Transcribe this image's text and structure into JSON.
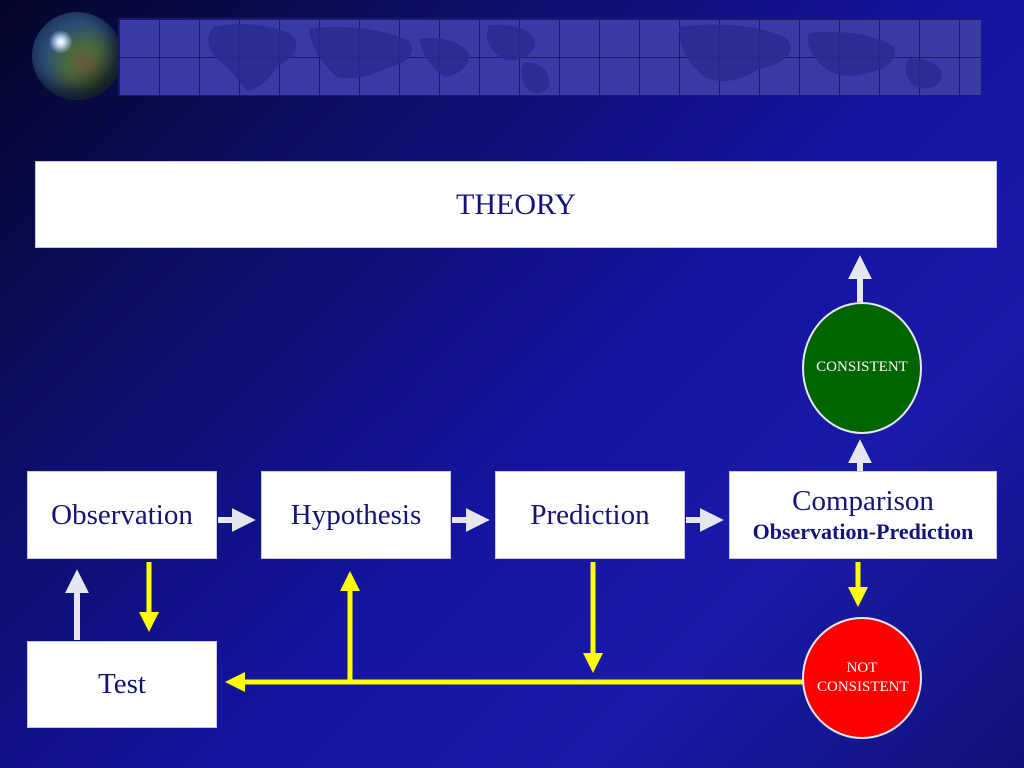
{
  "diagram": {
    "theory": {
      "label": "THEORY"
    },
    "steps": {
      "observation": {
        "label": "Observation"
      },
      "hypothesis": {
        "label": "Hypothesis"
      },
      "prediction": {
        "label": "Prediction"
      },
      "comparison": {
        "label": "Comparison",
        "sublabel": "Observation-Prediction"
      },
      "test": {
        "label": "Test"
      }
    },
    "outcomes": {
      "consistent": {
        "label": "CONSISTENT",
        "color": "#006400"
      },
      "not_consistent": {
        "label": "NOT CONSISTENT",
        "color": "#ff0000"
      }
    },
    "colors": {
      "forward_arrow": "#e6e6ee",
      "feedback_arrow": "#ffff00",
      "box_text": "#12127a"
    }
  }
}
